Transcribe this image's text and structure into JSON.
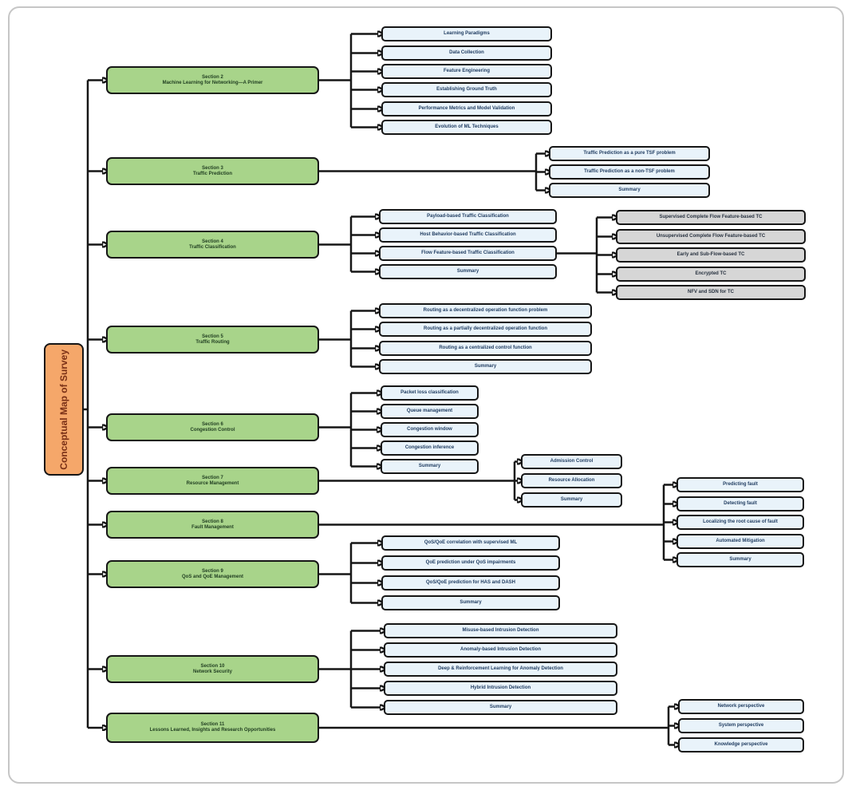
{
  "figure": {
    "description": "Conceptual map tree diagram of survey sections"
  },
  "root": {
    "label": "Conceptual Map of Survey"
  },
  "colors": {
    "section_fill": "#a8d48a",
    "leaf_fill": "#e9f3fa",
    "gray_fill": "#d6d6d6",
    "root_fill": "#f5a76a",
    "line": "#161616",
    "frame_border": "#c6c6c6"
  },
  "sections": [
    {
      "title": "Section 2",
      "name": "Machine Learning for Networking—A Primer",
      "children": [
        "Learning Paradigms",
        "Data Collection",
        "Feature Engineering",
        "Establishing Ground Truth",
        "Performance Metrics and Model Validation",
        "Evolution of ML Techniques"
      ]
    },
    {
      "title": "Section 3",
      "name": "Traffic Prediction",
      "children": [
        "Traffic Prediction as a pure TSF problem",
        "Traffic Prediction as a non-TSF problem",
        "Summary"
      ]
    },
    {
      "title": "Section 4",
      "name": "Traffic Classification",
      "children": [
        "Payload-based Traffic Classification",
        "Host Behavior-based Traffic Classification",
        "Flow Feature-based Traffic Classification",
        "Summary"
      ],
      "subchildren": [
        "Supervised Complete Flow Feature-based TC",
        "Unsupervised Complete Flow Feature-based TC",
        "Early and Sub-Flow-based TC",
        "Encrypted TC",
        "NFV and SDN for TC"
      ]
    },
    {
      "title": "Section 5",
      "name": "Traffic Routing",
      "children": [
        "Routing as a decentralized operation function problem",
        "Routing as a partially decentralized operation function",
        "Routing as a centralized control function",
        "Summary"
      ]
    },
    {
      "title": "Section 6",
      "name": "Congestion Control",
      "children": [
        "Packet loss classification",
        "Queue management",
        "Congestion window",
        "Congestion inference",
        "Summary"
      ]
    },
    {
      "title": "Section 7",
      "name": "Resource Management",
      "children": [
        "Admission Control",
        "Resource Allocation",
        "Summary"
      ]
    },
    {
      "title": "Section 8",
      "name": "Fault Management",
      "children": [
        "Predicting fault",
        "Detecting fault",
        "Localizing the root cause of fault",
        "Automated Mitigation",
        "Summary"
      ]
    },
    {
      "title": "Section 9",
      "name": "QoS and QoE Management",
      "children": [
        "QoS/QoE correlation with supervised ML",
        "QoE prediction under QoS impairments",
        "QoS/QoE prediction for HAS and DASH",
        "Summary"
      ]
    },
    {
      "title": "Section 10",
      "name": "Network Security",
      "children": [
        "Misuse-based Intrusion Detection",
        "Anomaly-based Intrusion Detection",
        "Deep & Reinforcement Learning for Anomaly Detection",
        "Hybrid Intrusion Detection",
        "Summary"
      ]
    },
    {
      "title": "Section 11",
      "name": "Lessons Learned, Insights and Research Opportunities",
      "children": [
        "Network perspective",
        "System perspective",
        "Knowledge perspective"
      ]
    }
  ]
}
